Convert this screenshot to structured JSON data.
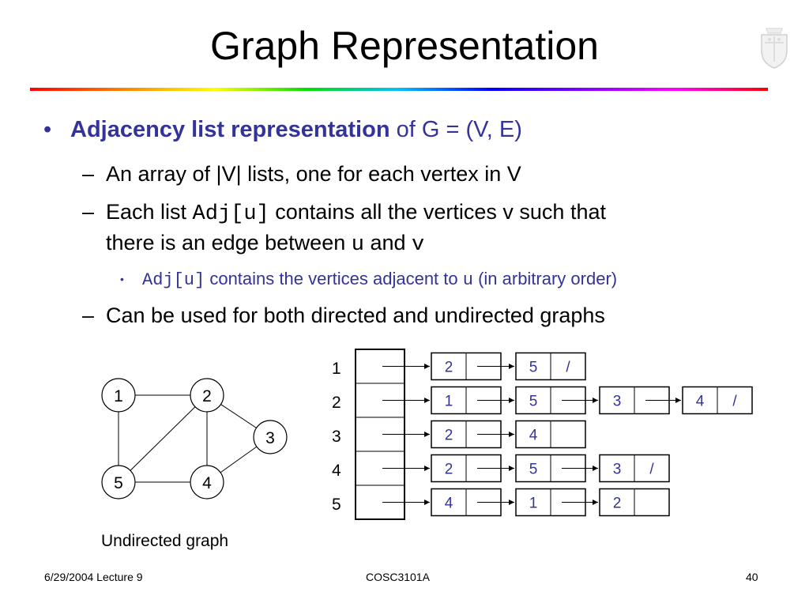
{
  "slide": {
    "title": "Graph Representation"
  },
  "bullets": {
    "main_bold": "Adjacency list representation",
    "main_rest": " of G = (V, E)",
    "sub1": "An array of |V| lists, one for each vertex in V",
    "sub2_pre": "Each list ",
    "sub2_code": "Adj[u]",
    "sub2_post": " contains all the vertices v such that",
    "sub2_line2_pre": "there is an edge between ",
    "sub2_line2_u": "u",
    "sub2_line2_and": " and ",
    "sub2_line2_v": "v",
    "sub3_code": "Adj[u]",
    "sub3_mid": " contains the vertices adjacent to ",
    "sub3_u": "u",
    "sub3_post": " (in arbitrary order)",
    "sub4": "Can be used for both directed and undirected graphs"
  },
  "graph": {
    "caption": "Undirected graph",
    "vertices": [
      "1",
      "2",
      "3",
      "4",
      "5"
    ]
  },
  "adjacency": {
    "row_labels": [
      "1",
      "2",
      "3",
      "4",
      "5"
    ],
    "lists": [
      [
        {
          "v": "2",
          "nil": false
        },
        {
          "v": "5",
          "nil": true
        }
      ],
      [
        {
          "v": "1",
          "nil": false
        },
        {
          "v": "5",
          "nil": false
        },
        {
          "v": "3",
          "nil": false
        },
        {
          "v": "4",
          "nil": true
        }
      ],
      [
        {
          "v": "2",
          "nil": false
        },
        {
          "v": "4",
          "nil": false
        }
      ],
      [
        {
          "v": "2",
          "nil": false
        },
        {
          "v": "5",
          "nil": false
        },
        {
          "v": "3",
          "nil": true
        }
      ],
      [
        {
          "v": "4",
          "nil": false
        },
        {
          "v": "1",
          "nil": false
        },
        {
          "v": "2",
          "nil": false
        }
      ]
    ],
    "nil_symbol": "/"
  },
  "footer": {
    "left": "6/29/2004 Lecture 9",
    "center": "COSC3101A",
    "right": "40"
  },
  "colors": {
    "accent": "#333399",
    "list_value": "#333399"
  },
  "icons": {
    "crest": "university-crest-icon"
  }
}
